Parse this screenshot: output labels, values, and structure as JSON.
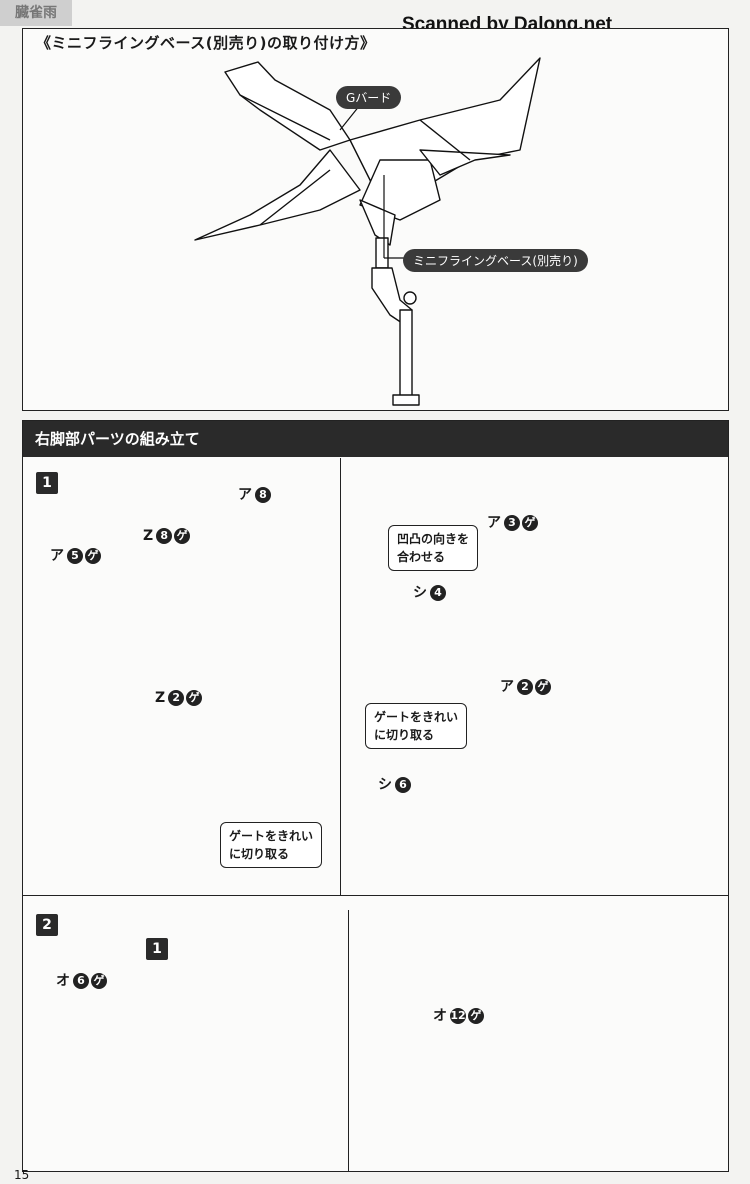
{
  "watermark": "Scanned by Dalong.net",
  "corner_logo": "臓雀雨",
  "top_section": {
    "title": "《ミニフライングベース(別売り)の取り付け方》",
    "label_bird": "Gバード",
    "label_base": "ミニフライングベース(別売り)"
  },
  "steps_section": {
    "title": "右脚部パーツの組み立て",
    "step1": {
      "number": "1",
      "parts": {
        "a8": {
          "prefix": "ア",
          "num": "8"
        },
        "z8": {
          "prefix": "Z",
          "num": "8"
        },
        "a5": {
          "prefix": "ア",
          "num": "5"
        },
        "z2": {
          "prefix": "Z",
          "num": "2"
        },
        "a3": {
          "prefix": "ア",
          "num": "3"
        },
        "shi4": {
          "prefix": "シ",
          "num": "4"
        },
        "a2": {
          "prefix": "ア",
          "num": "2"
        },
        "shi6": {
          "prefix": "シ",
          "num": "6"
        }
      },
      "note_gate_left": [
        "ゲートをきれい",
        "に切り取る"
      ],
      "note_bump": [
        "凹凸の向きを",
        "合わせる"
      ],
      "note_gate_right": [
        "ゲートをきれい",
        "に切り取る"
      ]
    },
    "step2": {
      "number": "2",
      "ref_number": "1",
      "parts": {
        "o6": {
          "prefix": "オ",
          "num": "6"
        },
        "o12": {
          "prefix": "オ",
          "num": "12"
        }
      }
    }
  },
  "page_number": "15"
}
